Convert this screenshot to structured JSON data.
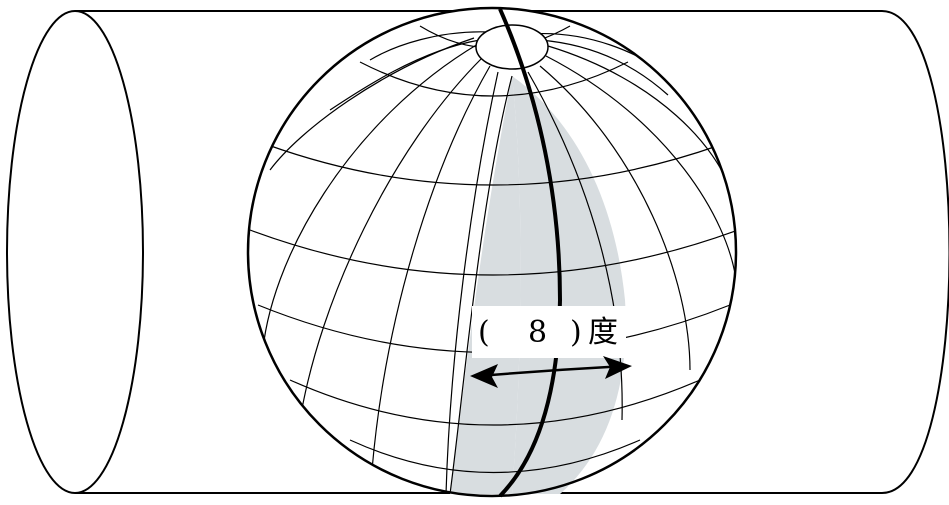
{
  "diagram": {
    "label_text": "（ 8 ）度",
    "label_open_paren": "(",
    "label_number": "8",
    "label_close_paren": ")",
    "label_unit": "度",
    "colors": {
      "line": "#000000",
      "zone_fill": "#d8dde0",
      "background": "#ffffff",
      "label_background": "#ffffff"
    }
  }
}
